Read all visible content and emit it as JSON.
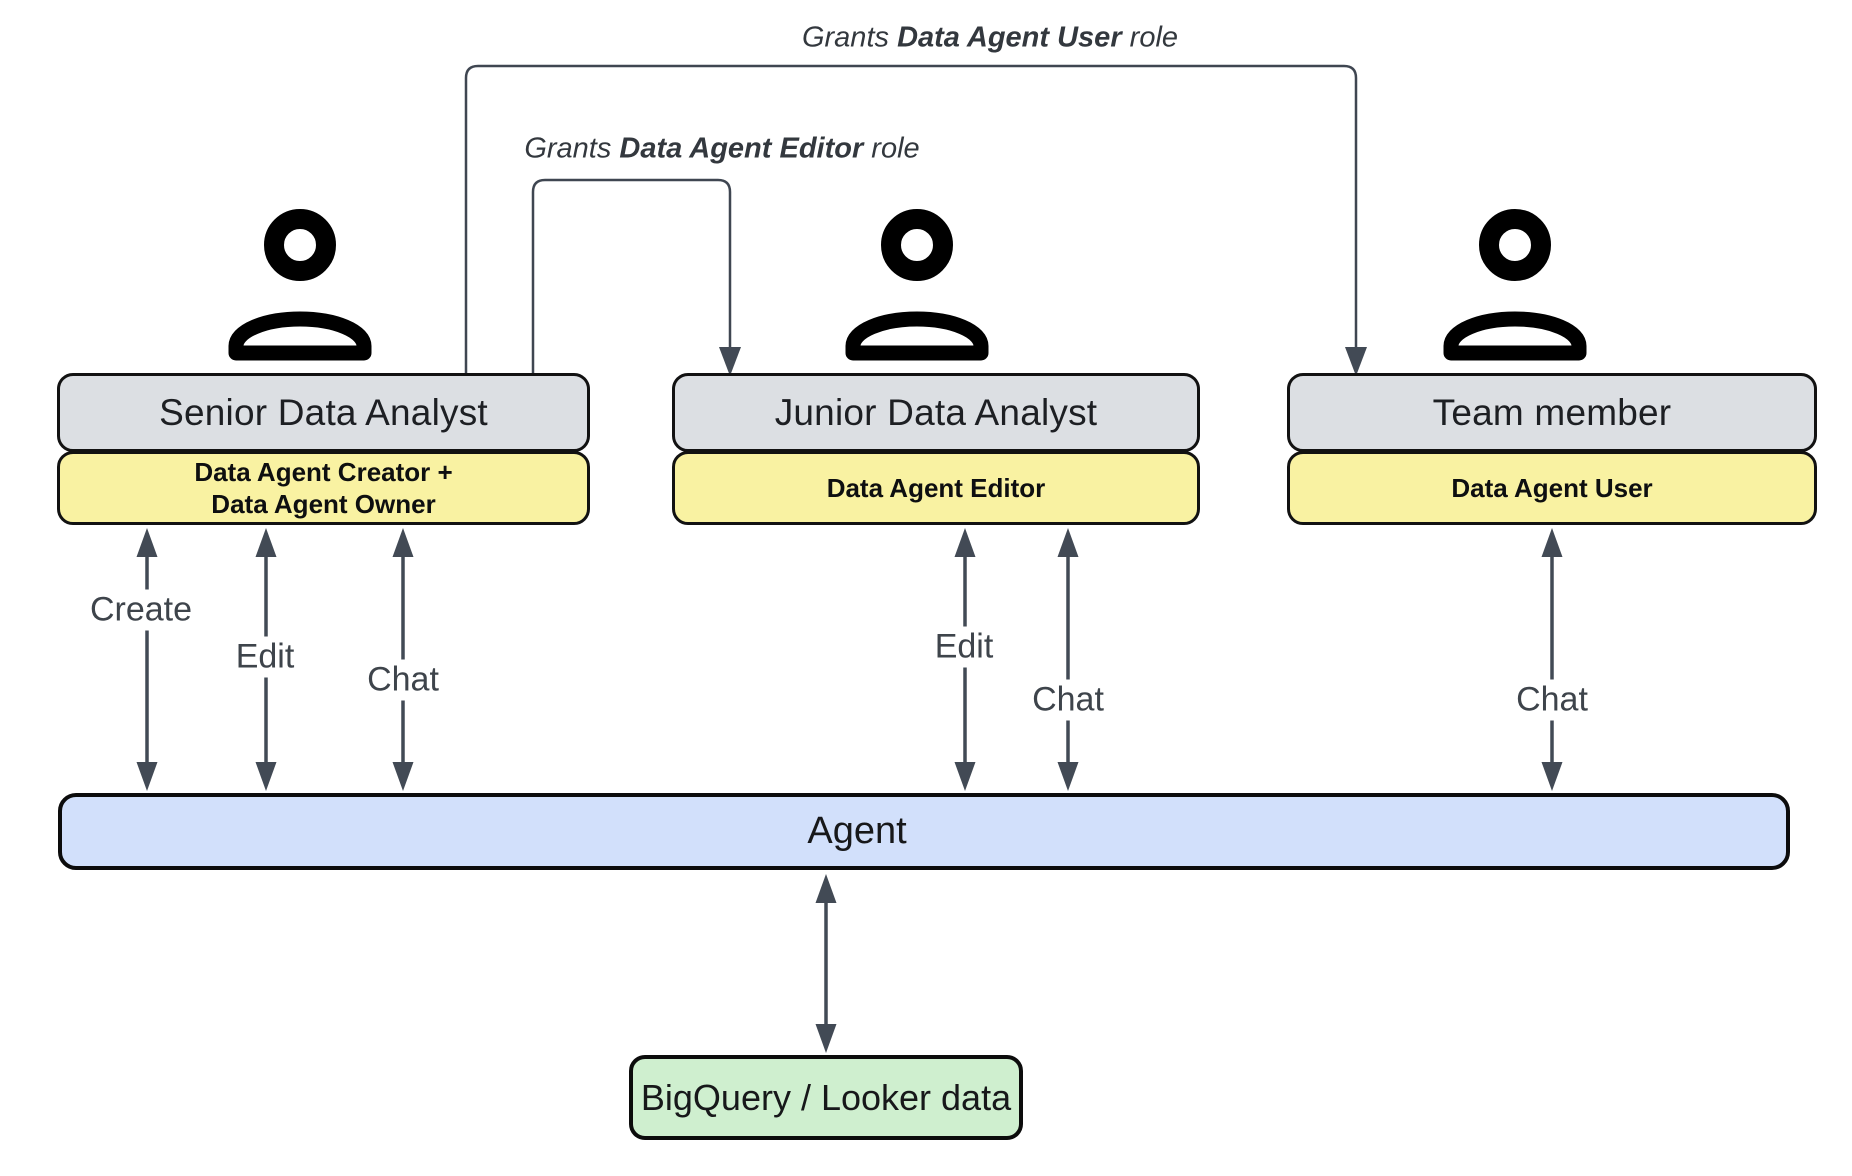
{
  "diagram": {
    "annotations": {
      "grant_user": {
        "prefix": "Grants ",
        "bold": "Data Agent User",
        "suffix": " role"
      },
      "grant_editor": {
        "prefix": "Grants ",
        "bold": "Data Agent Editor",
        "suffix": " role"
      }
    },
    "actors": [
      {
        "title": "Senior Data Analyst",
        "role": "Data Agent Creator +\nData Agent Owner"
      },
      {
        "title": "Junior Data Analyst",
        "role": "Data Agent Editor"
      },
      {
        "title": "Team member",
        "role": "Data Agent User"
      }
    ],
    "action_labels": {
      "senior_create": "Create",
      "senior_edit": "Edit",
      "senior_chat": "Chat",
      "junior_edit": "Edit",
      "junior_chat": "Chat",
      "team_chat": "Chat"
    },
    "agent": {
      "label": "Agent"
    },
    "datastore": {
      "label": "BigQuery / Looker data"
    },
    "colors": {
      "actor_box_fill": "#dcdfe3",
      "role_box_fill": "#f9f2a2",
      "agent_bar_fill": "#d2e0fb",
      "datastore_fill": "#cfefcf",
      "arrow": "#424a55",
      "border": "#121212"
    }
  }
}
